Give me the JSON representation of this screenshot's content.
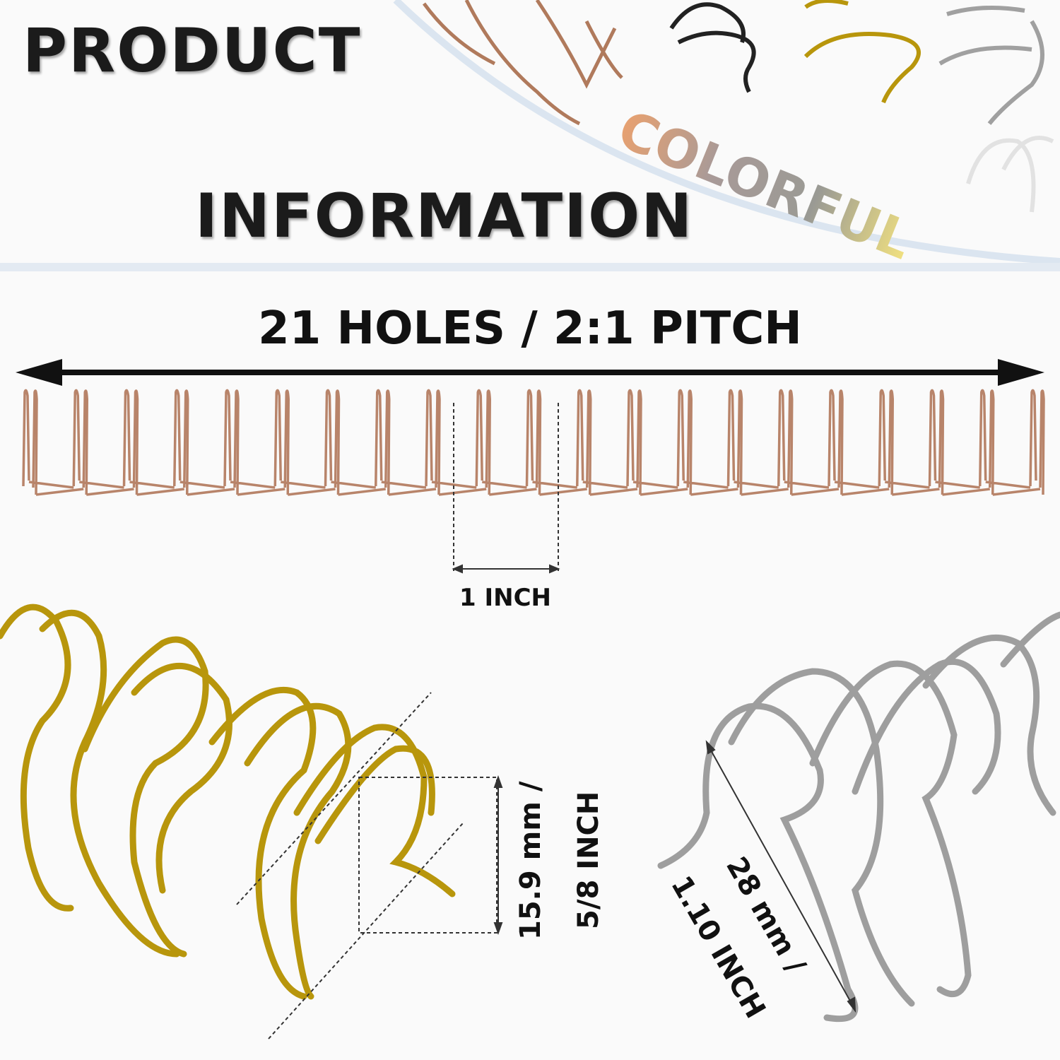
{
  "header": {
    "title_line1": "PRODUCT",
    "title_line2": "INFORMATION",
    "colorful_label": "COLORFUL"
  },
  "spec": {
    "holes_pitch": "21 HOLES / 2:1 PITCH",
    "hole_count": 21,
    "pitch_distance": "1 INCH",
    "gold_diameter_mm": "15.9 mm /",
    "gold_diameter_inch": "5/8 INCH",
    "silver_length_mm": "28 mm /",
    "silver_length_inch": "1.10 INCH"
  },
  "colors": {
    "bronze": "#b07a5c",
    "black": "#222222",
    "gold": "#b8960c",
    "silver": "#9a9a9a",
    "white": "#e6e6e6",
    "accent_band": "#dde6f0"
  }
}
